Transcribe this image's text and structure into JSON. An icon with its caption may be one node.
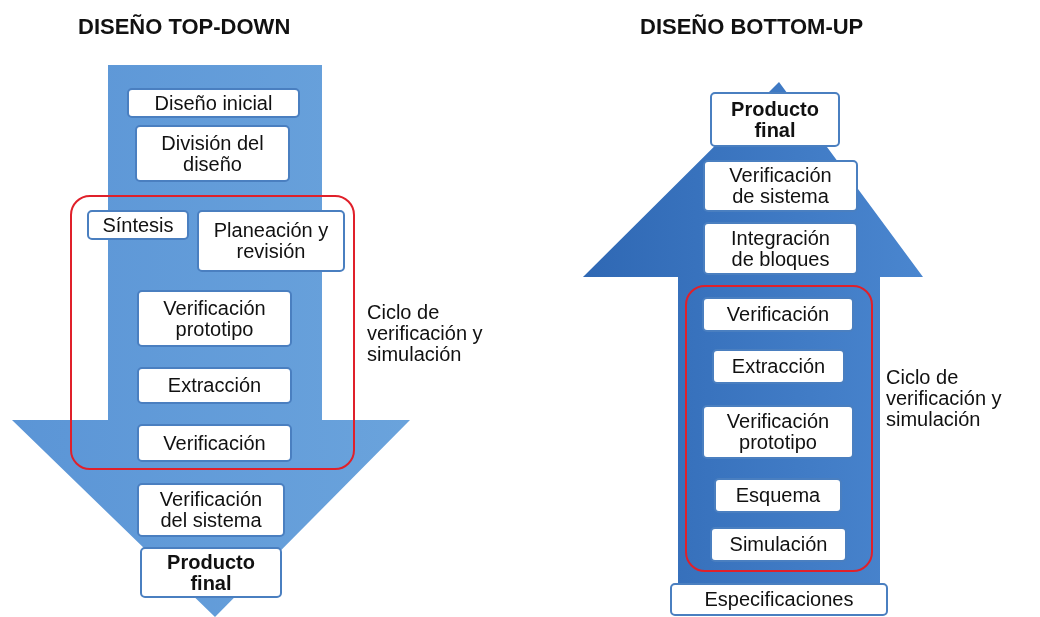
{
  "diagram": {
    "nodes": [
      {
        "text": [],
        "shape": "arrow"
      },
      {
        "text": [
          "Diseño inicial"
        ],
        "in": 0
      },
      {
        "text": [
          "División del diseño"
        ],
        "in": 0
      },
      {
        "text": [],
        "shape": "box",
        "beside": [
          "Ciclo de verificación y simulación"
        ],
        "in": 0
      },
      {
        "text": [
          "Síntesis"
        ],
        "in": 3
      },
      {
        "text": [
          "Planeación y revisión"
        ],
        "in": 3
      },
      {
        "text": [
          "Verificación prototipo"
        ],
        "in": 3
      },
      {
        "text": [
          "Extracción"
        ],
        "in": 3
      },
      {
        "text": [
          "Verificación"
        ],
        "in": 3
      },
      {
        "text": [
          "Verificación del sistema"
        ],
        "in": 0
      },
      {
        "text": [
          "Producto final"
        ],
        "in": 0
      },
      {
        "text": [],
        "shape": "arrow"
      },
      {
        "text": [
          "Producto final"
        ],
        "in": 11
      },
      {
        "text": [
          "Verificación de sistema"
        ],
        "in": 11
      },
      {
        "text": [
          "Integración de bloques"
        ],
        "in": 11
      },
      {
        "text": [],
        "shape": "box",
        "beside": [
          "Ciclo de verificación y simulación"
        ],
        "in": 11
      },
      {
        "text": [
          "Verificación"
        ],
        "in": 15
      },
      {
        "text": [
          "Extracción"
        ],
        "in": 15
      },
      {
        "text": [
          "Verificación prototipo"
        ],
        "in": 15
      },
      {
        "text": [
          "Esquema"
        ],
        "in": 15
      },
      {
        "text": [
          "Simulación"
        ],
        "in": 15
      },
      {
        "text": [
          "Especificaciones"
        ],
        "in": 11
      }
    ],
    "edges": [],
    "labels": [
      "DISEÑO TOP-DOWN",
      "DISEÑO BOTTOM-UP"
    ]
  }
}
